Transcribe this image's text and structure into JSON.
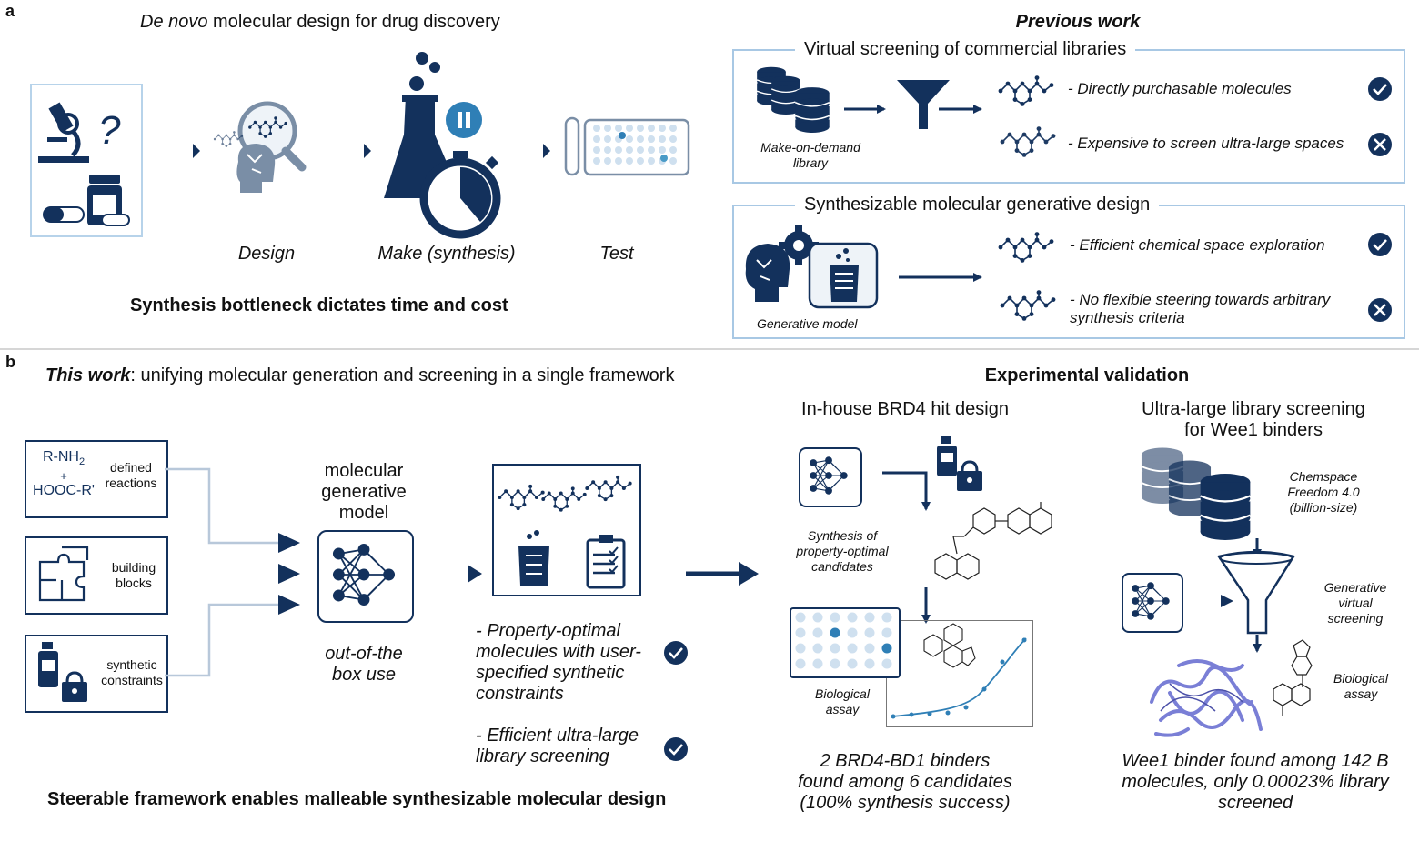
{
  "panel_a": {
    "letter": "a",
    "title_italic": "De novo",
    "title_rest": " molecular design for drug discovery",
    "steps": {
      "design": "Design",
      "make": "Make (synthesis)",
      "test": "Test"
    },
    "bottleneck": "Synthesis bottleneck dictates time and cost",
    "question_mark": "?"
  },
  "previous_work": {
    "heading": "Previous work",
    "vs_box": {
      "title": "Virtual screening of commercial libraries",
      "library_label": "Make-on-demand library",
      "pro": "- Directly purchasable molecules",
      "con": "- Expensive to screen ultra-large spaces"
    },
    "gen_box": {
      "title": "Synthesizable molecular generative design",
      "model_label": "Generative model",
      "pro": "- Efficient chemical space exploration",
      "con_line1": "- No flexible steering towards arbitrary",
      "con_line2": "synthesis criteria"
    }
  },
  "panel_b": {
    "letter": "b",
    "title_bold": "This work",
    "title_rest": ": unifying molecular generation and screening in a single framework",
    "inputs": {
      "reactions_formula_l1": "R-NH",
      "reactions_formula_sub": "2",
      "reactions_formula_l2": "+",
      "reactions_formula_l3": "HOOC-R'",
      "reactions_label_l1": "defined",
      "reactions_label_l2": "reactions",
      "blocks_label_l1": "building",
      "blocks_label_l2": "blocks",
      "constraints_label_l1": "synthetic",
      "constraints_label_l2": "constraints"
    },
    "model_label_l1": "molecular",
    "model_label_l2": "generative",
    "model_label_l3": "model",
    "oob_l1": "out-of-the",
    "oob_l2": "box use",
    "benefit1_l1": "- Property-optimal",
    "benefit1_l2": "molecules with user-",
    "benefit1_l3": "specified synthetic",
    "benefit1_l4": "constraints",
    "benefit2_l1": "- Efficient ultra-large",
    "benefit2_l2": "library screening",
    "framework_caption": "Steerable framework enables malleable synthesizable molecular design"
  },
  "validation": {
    "heading": "Experimental validation",
    "brd4": {
      "title": "In-house BRD4 hit design",
      "synth_l1": "Synthesis of",
      "synth_l2": "property-optimal",
      "synth_l3": "candidates",
      "assay_l1": "Biological",
      "assay_l2": "assay",
      "result_l1": "2 BRD4-BD1 binders",
      "result_l2": "found among 6 candidates",
      "result_l3": "(100% synthesis success)"
    },
    "wee1": {
      "title_l1": "Ultra-large library screening",
      "title_l2": "for Wee1 binders",
      "lib_l1": "Chemspace",
      "lib_l2": "Freedom 4.0",
      "lib_l3": "(billion-size)",
      "gvs_l1": "Generative",
      "gvs_l2": "virtual",
      "gvs_l3": "screening",
      "assay_l1": "Biological",
      "assay_l2": "assay",
      "result_l1": "Wee1 binder found among 142 B",
      "result_l2": "molecules, only 0.00023% library",
      "result_l3": "screened"
    }
  },
  "colors": {
    "navy": "#13315c",
    "mid_blue": "#4f6f96",
    "light_blue": "#a8c8e4",
    "accent": "#2f7fb6"
  },
  "icons": [
    "microscope-icon",
    "pills-icon",
    "magnifier-icon",
    "head-icon",
    "flask-icon",
    "stopwatch-icon",
    "test-plate-icon",
    "database-icon",
    "funnel-icon",
    "molecule-icon",
    "check-icon",
    "cross-icon",
    "gear-icon",
    "beaker-icon",
    "neural-net-icon",
    "puzzle-icon",
    "vial-lock-icon",
    "clipboard-icon",
    "protein-icon"
  ]
}
